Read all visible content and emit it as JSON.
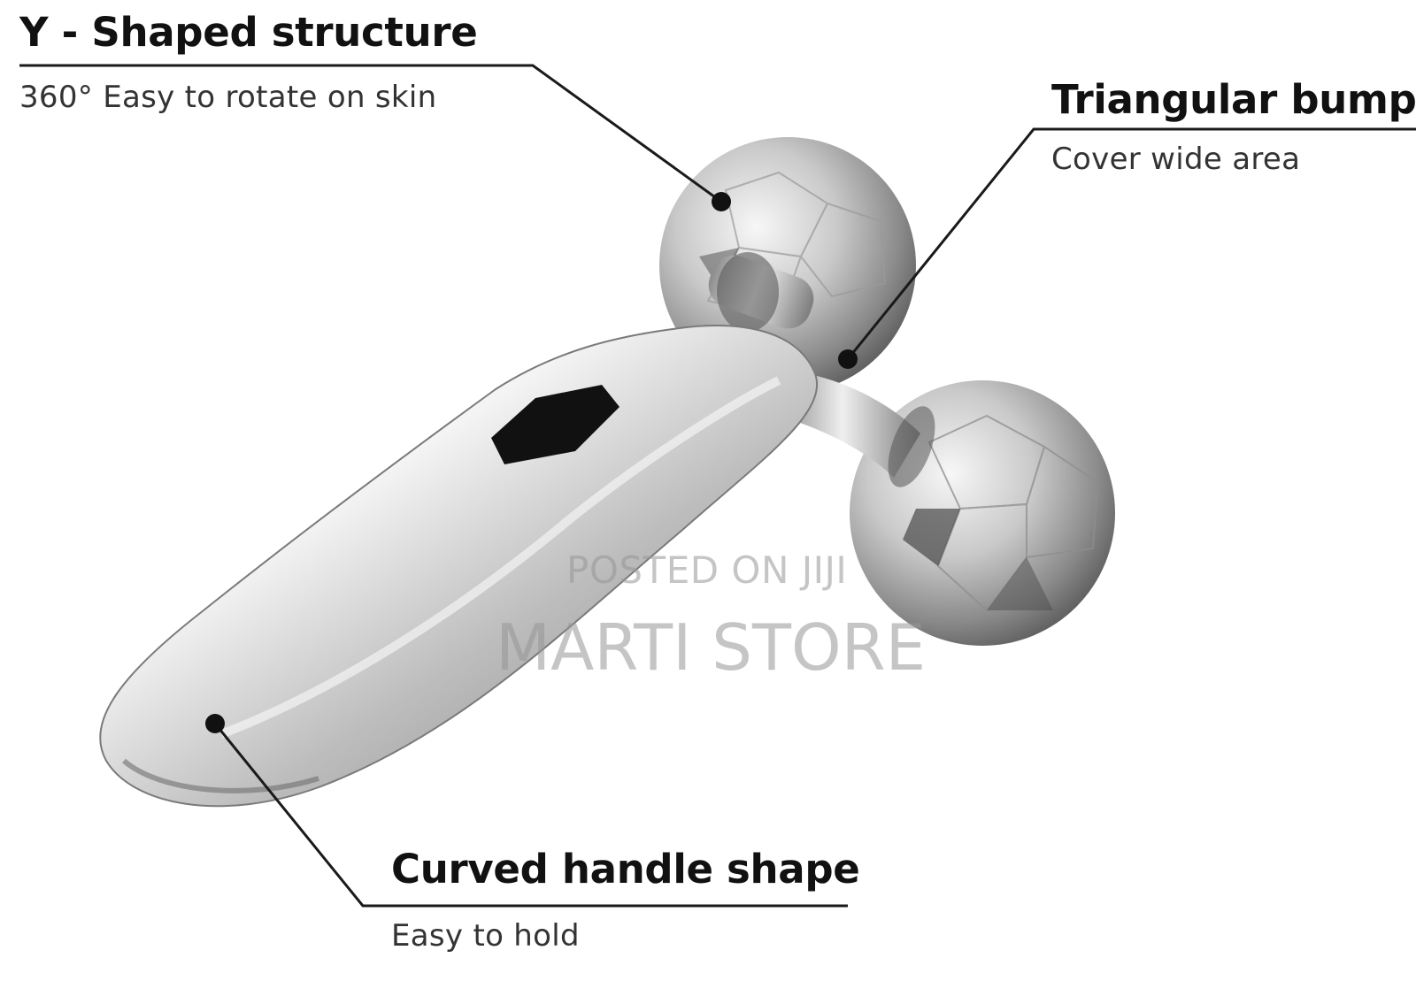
{
  "callouts": {
    "y_shaped": {
      "title": "Y - Shaped structure",
      "subtitle": "360° Easy to rotate on skin"
    },
    "triangular": {
      "title": "Triangular bump",
      "subtitle": "Cover wide area"
    },
    "curved": {
      "title": "Curved handle shape",
      "subtitle": "Easy to hold"
    }
  },
  "watermark": {
    "line1": "POSTED ON JIJI",
    "line2": "MARTI STORE"
  },
  "colors": {
    "background": "#ffffff",
    "line": "#1a1a1a",
    "metal_light": "#f2f2f2",
    "metal_dark": "#5a5a5a"
  }
}
